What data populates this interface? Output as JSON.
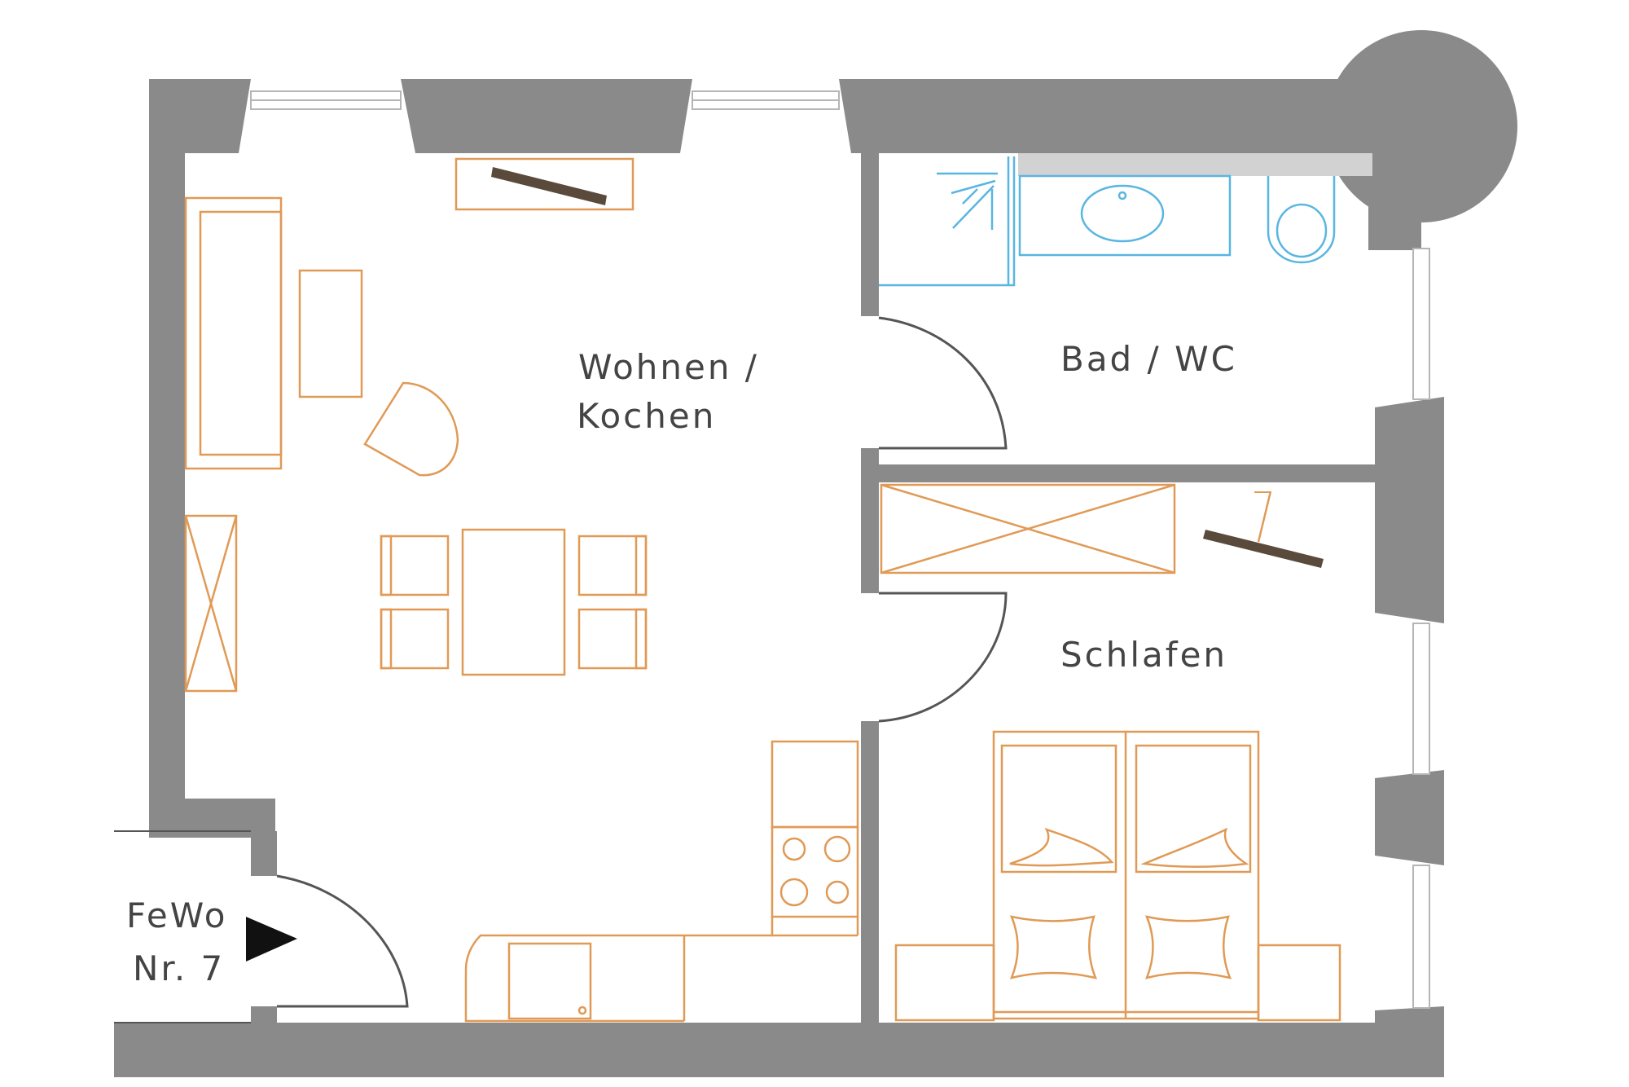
{
  "rooms": {
    "living_line1": "Wohnen /",
    "living_line2": "Kochen",
    "bath": "Bad / WC",
    "bedroom": "Schlafen"
  },
  "entrance": {
    "line1": "FeWo",
    "line2": "Nr. 7"
  },
  "colors": {
    "wall": "#8a8a8a",
    "furniture": "#e09a56",
    "sanitary": "#59b6e0",
    "board": "#5a4a3c",
    "door": "#555555"
  }
}
